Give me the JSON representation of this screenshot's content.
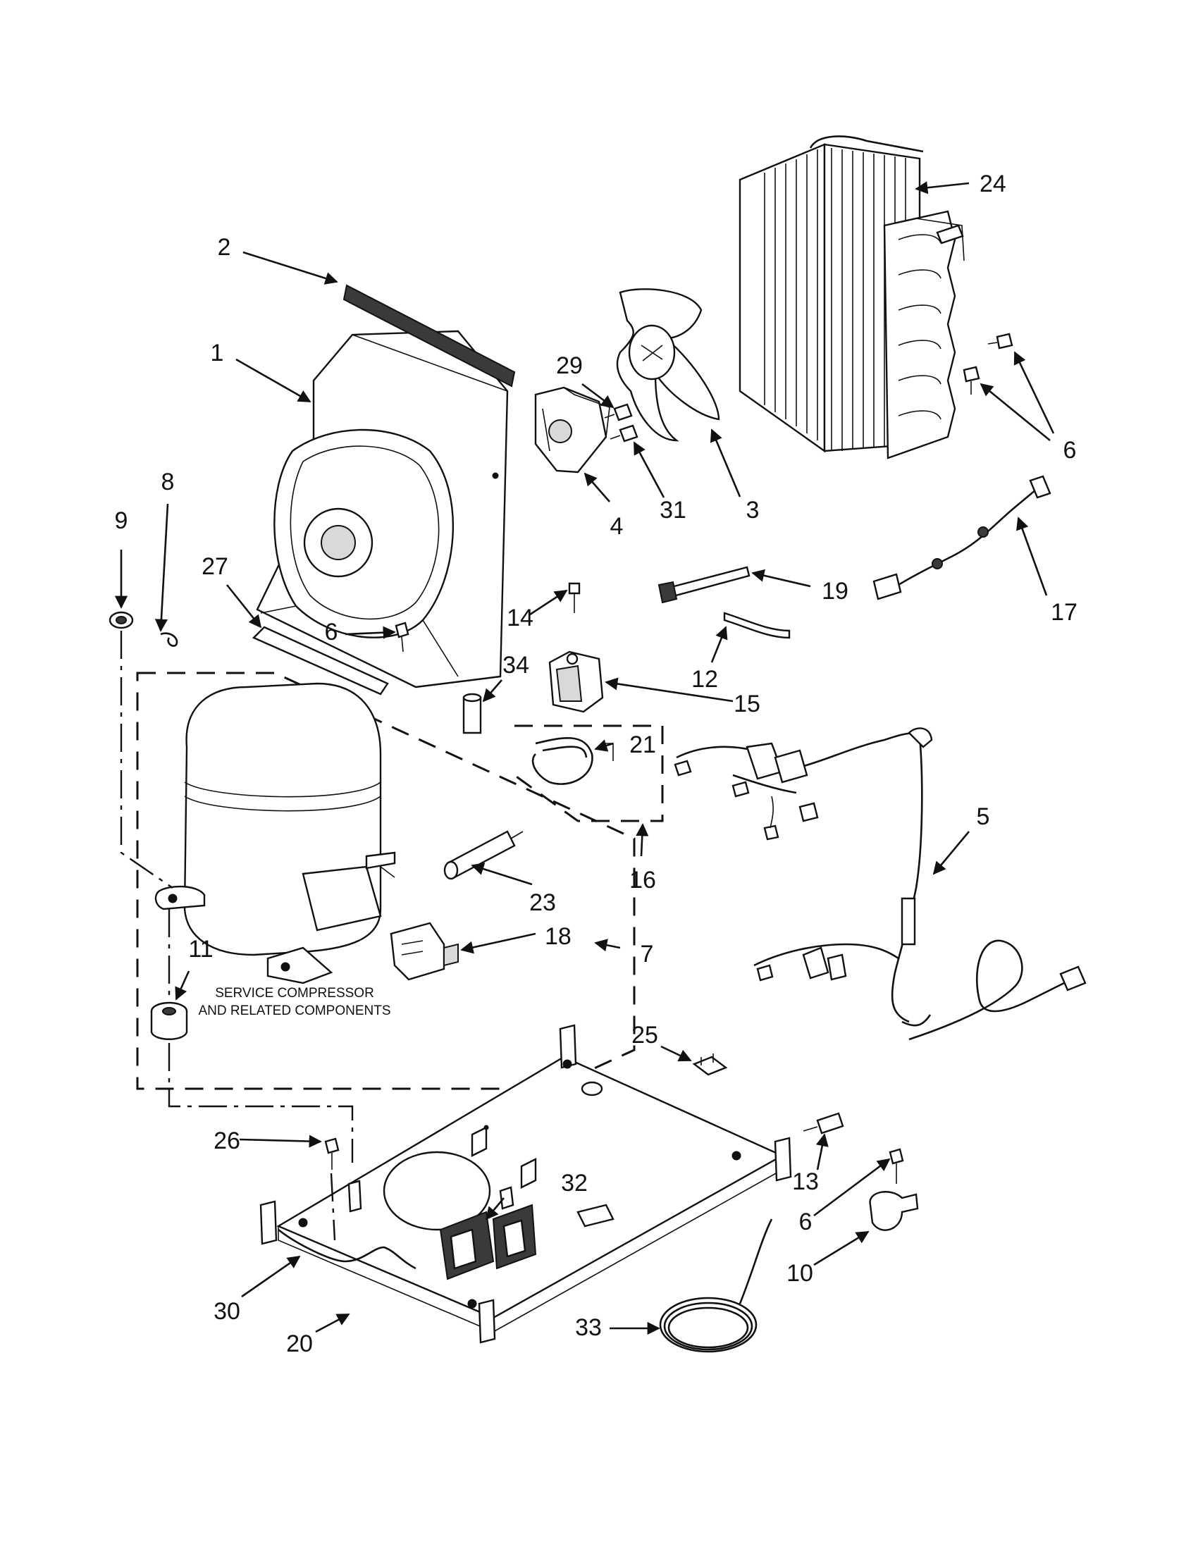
{
  "callouts": [
    "1",
    "2",
    "3",
    "4",
    "5",
    "6",
    "6",
    "6",
    "6",
    "7",
    "8",
    "9",
    "10",
    "11",
    "12",
    "13",
    "14",
    "15",
    "16",
    "17",
    "18",
    "19",
    "20",
    "21",
    "23",
    "24",
    "25",
    "26",
    "27",
    "29",
    "30",
    "31",
    "32",
    "33",
    "34"
  ],
  "note": {
    "line1": "SERVICE COMPRESSOR",
    "line2": "AND RELATED COMPONENTS"
  }
}
